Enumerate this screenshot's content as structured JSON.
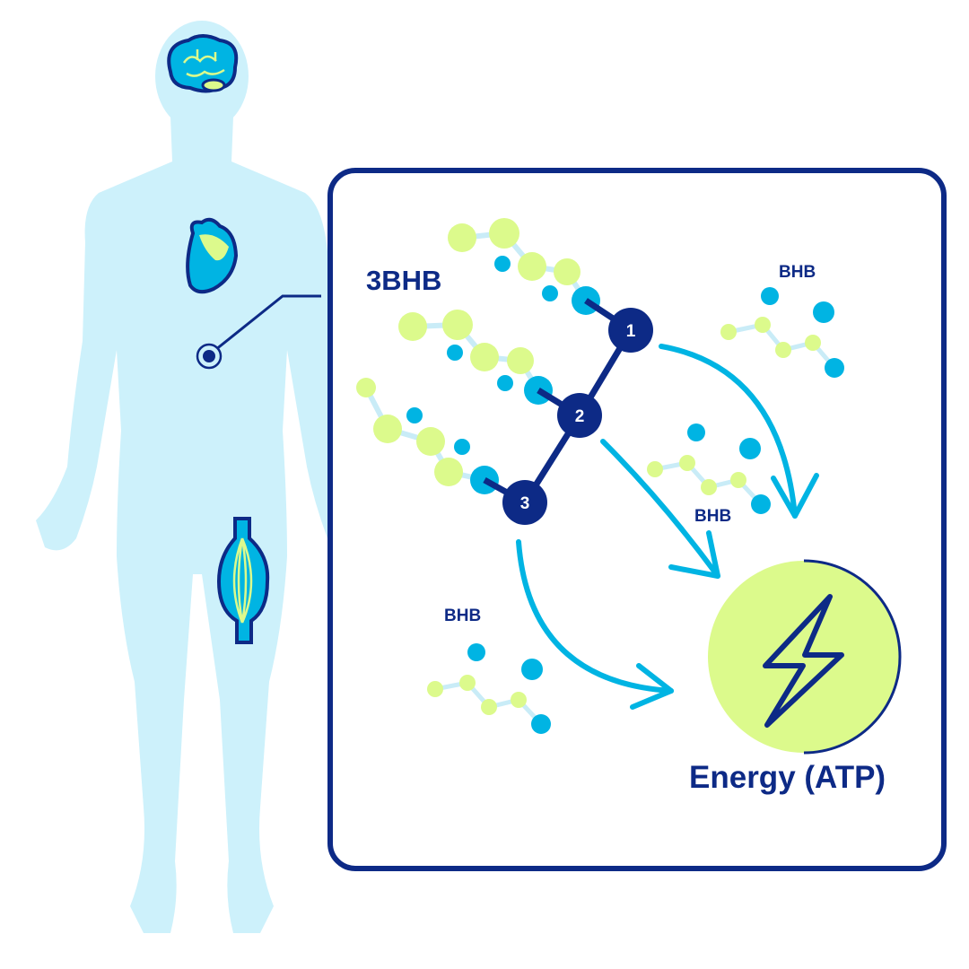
{
  "labels": {
    "main_molecule": "3BHB",
    "bhb_top_right": "BHB",
    "bhb_middle": "BHB",
    "bhb_bottom_left": "BHB",
    "energy": "Energy (ATP)"
  },
  "nodes": [
    "1",
    "2",
    "3"
  ],
  "icons": [
    "brain-icon",
    "heart-icon",
    "muscle-icon",
    "liver-target-icon",
    "lightning-bolt-icon"
  ],
  "colors": {
    "navy": "#0d2a86",
    "cyan": "#00b4e3",
    "lime": "#dcfa8c",
    "body": "#cdf1fb",
    "bond": "#c9ecf7"
  }
}
